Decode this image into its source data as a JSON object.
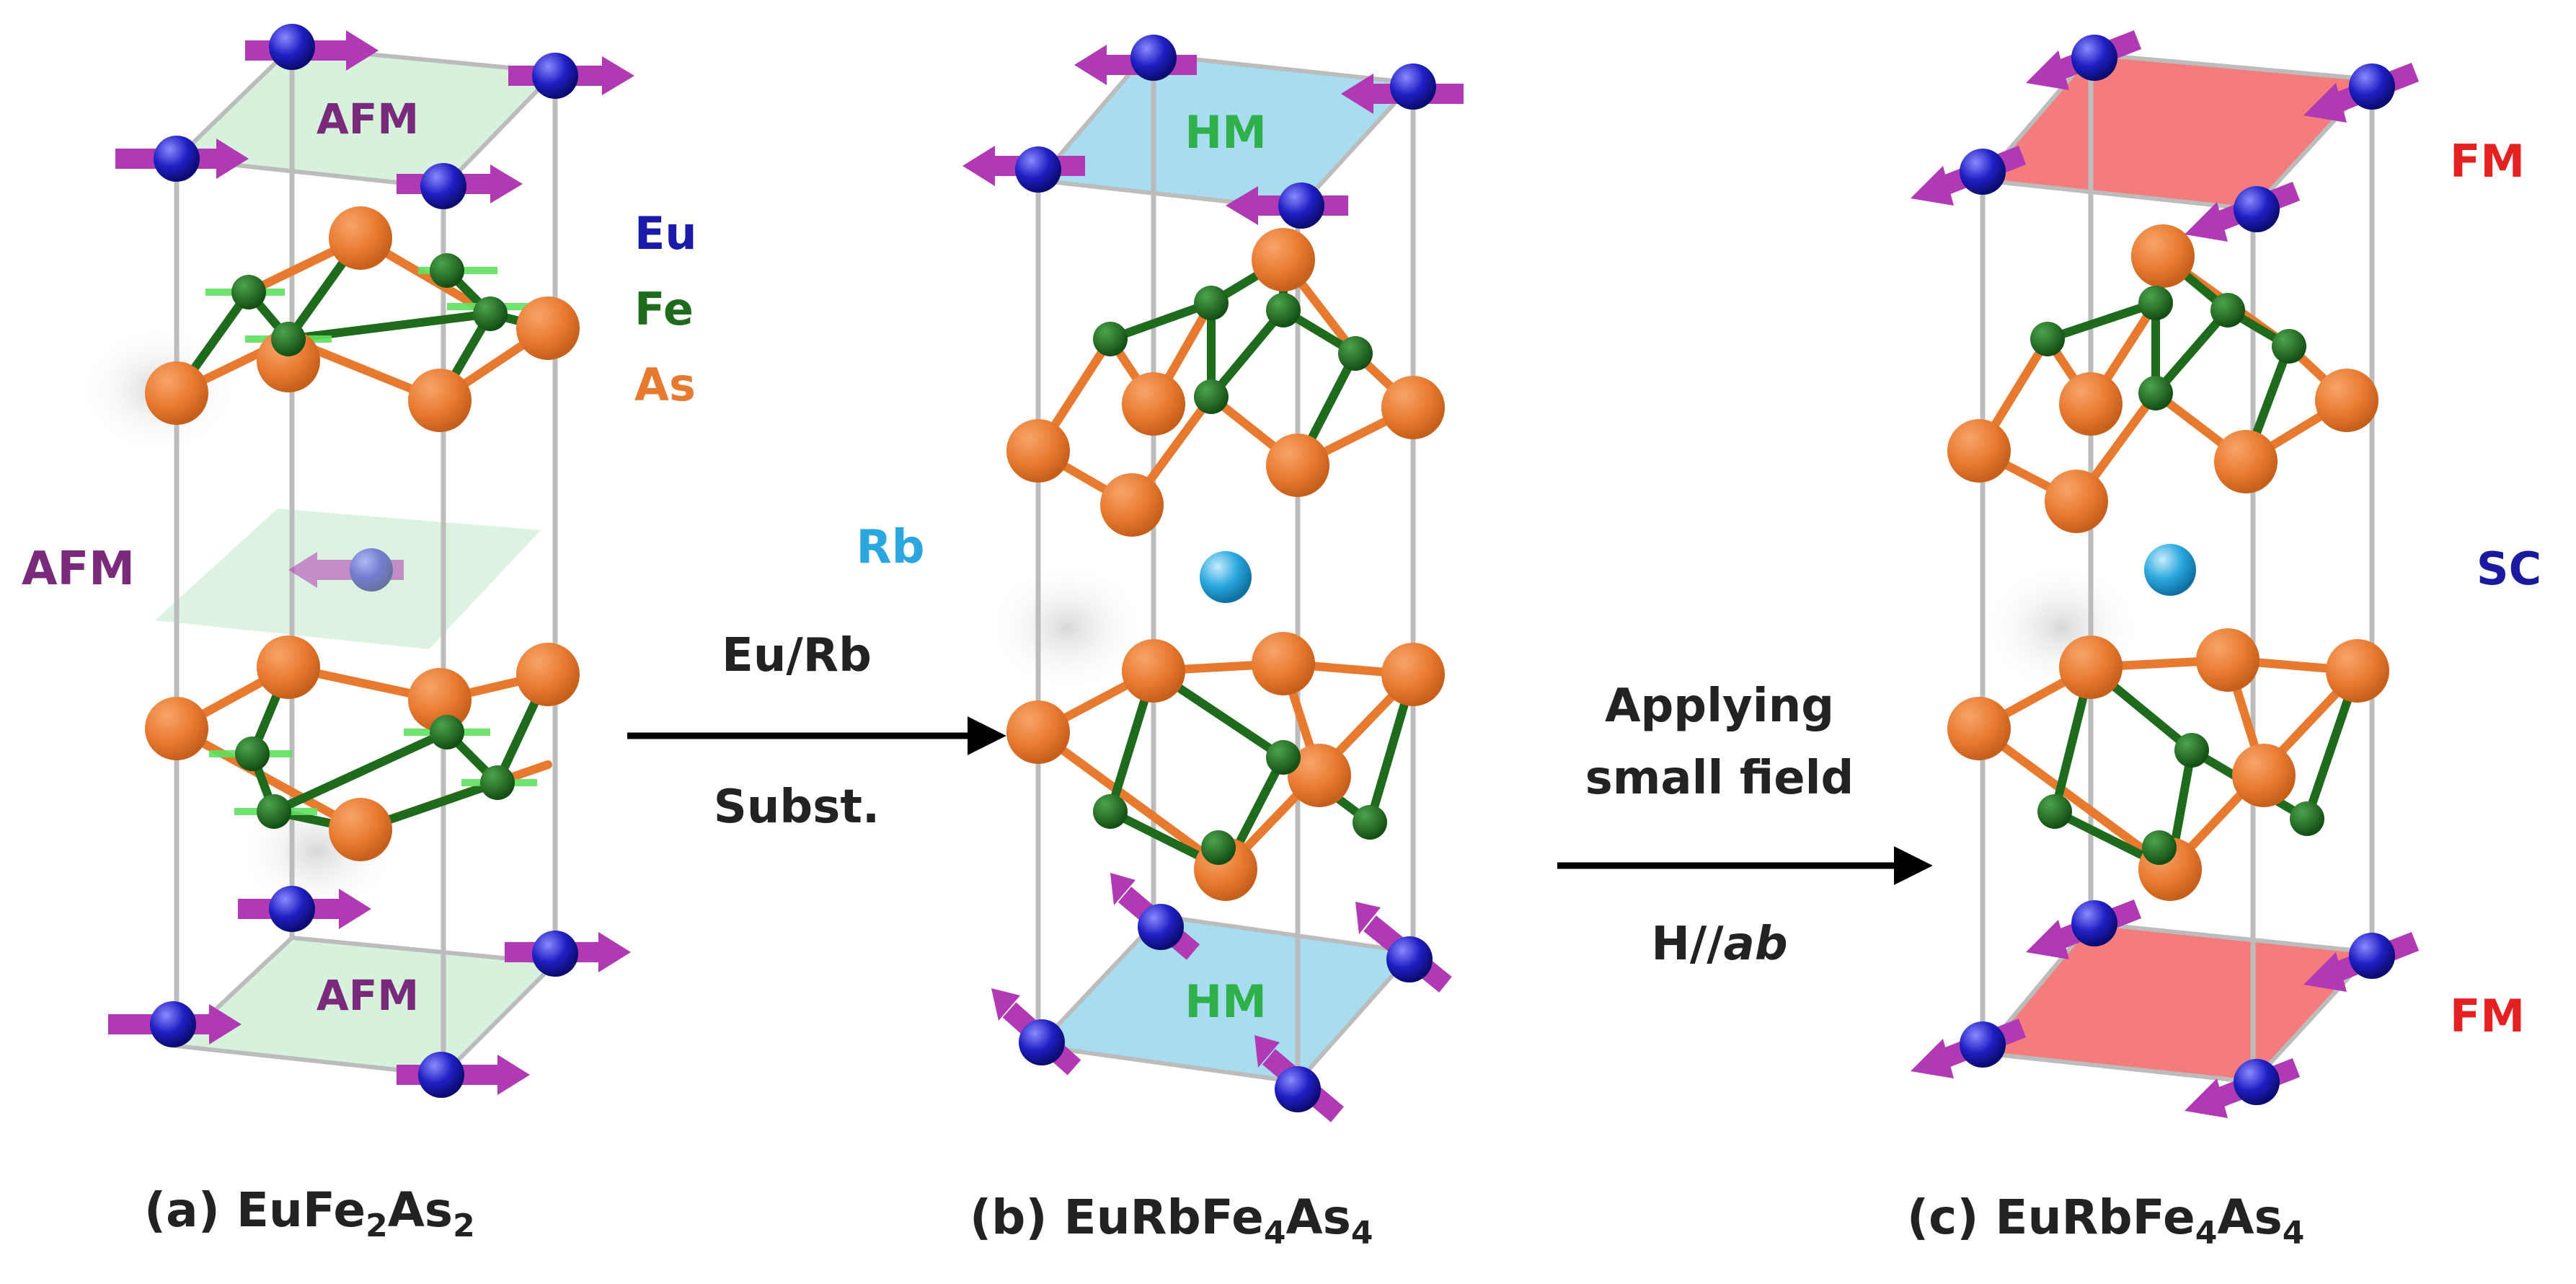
{
  "legend": {
    "eu": "Eu",
    "fe": "Fe",
    "as": "As",
    "rb": "Rb"
  },
  "panels": {
    "a": {
      "label_prefix": "(a) EuFe",
      "sub1": "2",
      "mid": "As",
      "sub2": "2",
      "top_plane": "AFM",
      "bottom_plane": "AFM",
      "side": "AFM"
    },
    "b": {
      "label_prefix": "(b) EuRbFe",
      "sub1": "4",
      "mid": "As",
      "sub2": "4",
      "top_plane": "HM",
      "bottom_plane": "HM"
    },
    "c": {
      "label_prefix": "(c) EuRbFe",
      "sub1": "4",
      "mid": "As",
      "sub2": "4",
      "top_side": "FM",
      "bottom_side": "FM",
      "side": "SC"
    }
  },
  "arrow1": {
    "top": "Eu/Rb",
    "bottom": "Subst."
  },
  "arrow2": {
    "top_line1": "Applying",
    "top_line2": "small field",
    "bottom_prefix": "H//",
    "bottom_italic": "ab"
  },
  "colors": {
    "eu": "#1f1fc4",
    "fe": "#1e6b1e",
    "as": "#e87a30",
    "rb": "#2aa7df",
    "spin": "#b03ab3",
    "afm_plane": "#d6f1dc",
    "hm_plane": "#a8dcef",
    "fm_plane": "#f47c7c",
    "afm_text": "#7a2a7a",
    "hm_text": "#2fb04a",
    "fm_text": "#e42020",
    "sc_text": "#1a1aa0",
    "rb_text": "#2aa7df",
    "eu_text": "#1a1aa8",
    "fe_text": "#1e6b1e",
    "as_text": "#e87a30"
  }
}
